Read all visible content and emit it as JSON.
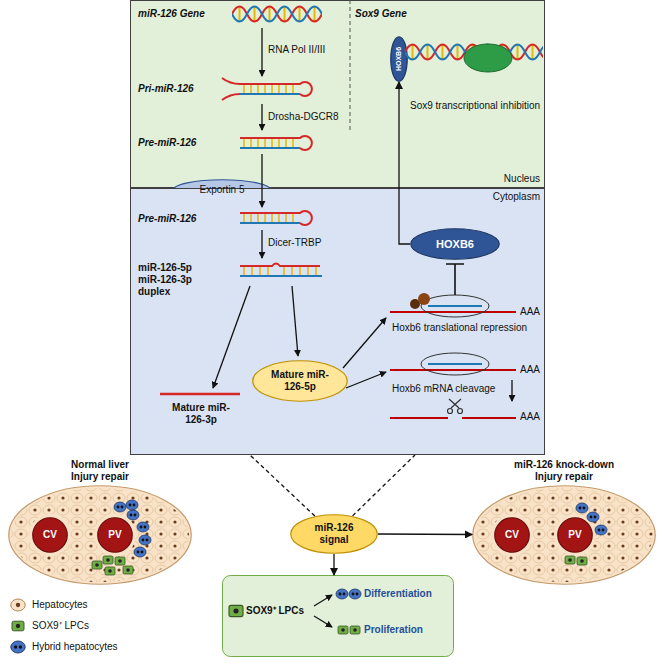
{
  "diagram": {
    "nodes": [
      {
        "text": [
          "Nucleus"
        ]
      },
      {
        "text": [
          "HOXB6"
        ],
        "in": 0
      },
      {
        "text": [
          "Exportin 5"
        ]
      },
      {
        "text": [
          "Cytoplasm"
        ]
      },
      {
        "text": [
          "HOXB6"
        ],
        "in": 3
      },
      {
        "text": [
          "Mature miR-126-5p"
        ],
        "in": 3
      },
      {
        "text": [
          "Normal liver Injury repair"
        ]
      },
      {
        "text": [
          "CV"
        ],
        "in": 6
      },
      {
        "text": [
          "PV"
        ],
        "in": 6
      },
      {
        "text": [
          "miR-126 signal"
        ]
      },
      {
        "text": [
          "miR-126 knock-down Injury repair"
        ]
      },
      {
        "text": [
          "CV"
        ],
        "in": 10
      },
      {
        "text": [
          "PV"
        ],
        "in": 10
      },
      {
        "text": [
          "SOX9⁺ LPCs",
          "Differentiation",
          "Proliferation"
        ]
      }
    ],
    "edges": [
      {
        "from": 4,
        "to": 1,
        "arrow": "to"
      },
      {
        "from": 9,
        "to": 3,
        "arrow": "none"
      },
      {
        "from": 9,
        "to": 3,
        "arrow": "none"
      },
      {
        "from": 9,
        "to": 10,
        "arrow": "to"
      },
      {
        "from": 9,
        "to": 13,
        "arrow": "to"
      }
    ],
    "labels": [
      "miR-126 Gene",
      "RNA Pol II/III",
      "Pri-miR-126",
      "Drosha-DGCR8",
      "Pre-miR-126",
      "Sox9 Gene",
      "Sox9 transcriptional inhibition",
      "Pre-miR-126",
      "Dicer-TRBP",
      "miR-126-5p miR-126-3p duplex",
      "Mature miR-126-3p",
      "AAA",
      "Hoxb6 translational repression",
      "AAA",
      "Hoxb6 mRNA cleavage",
      "AAA"
    ],
    "legend": [
      {
        "text": "Hepatocytes"
      },
      {
        "text": "SOX9⁺ LPCs"
      },
      {
        "text": "Hybrid hepatocytes"
      }
    ]
  }
}
